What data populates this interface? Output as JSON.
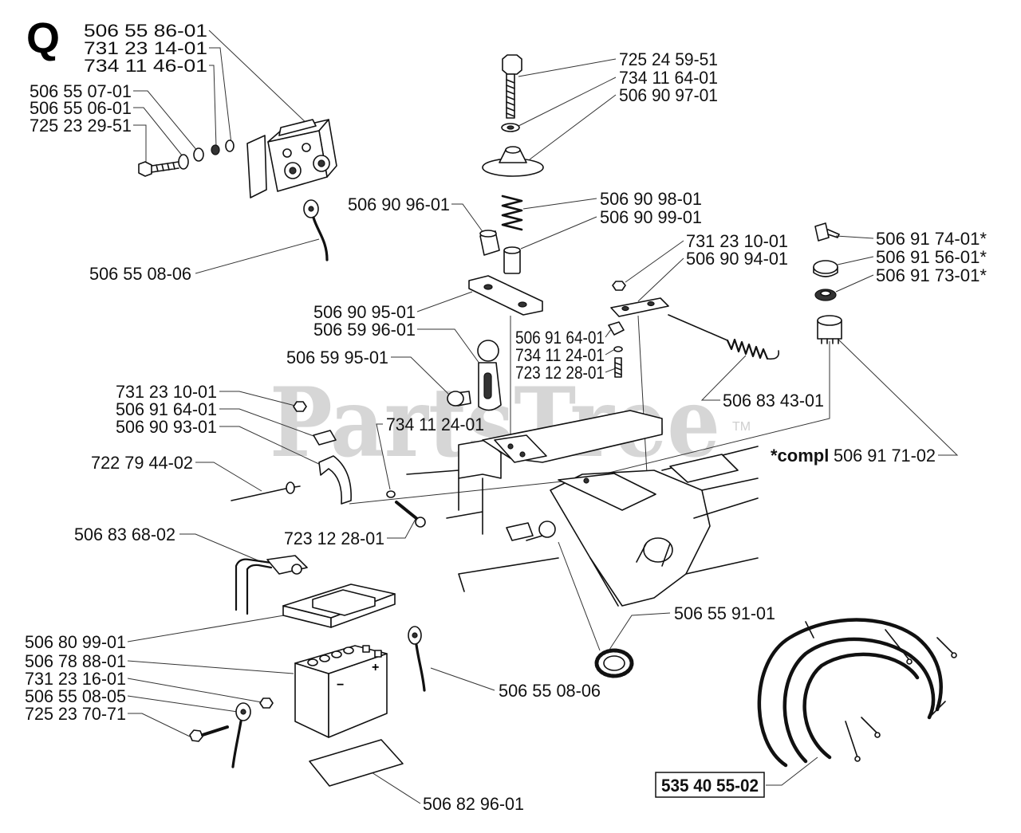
{
  "section_letter": "Q",
  "watermark": {
    "text": "PartsTree",
    "trademark": "TM"
  },
  "part_numbers": [
    "506 55 86-01",
    "731 23 14-01",
    "734 11 46-01",
    "506 55 07-01",
    "506 55 06-01",
    "725 23 29-51",
    "506 55 08-06",
    "725 24 59-51",
    "734 11 64-01",
    "506 90 97-01",
    "506 90 96-01",
    "506 90 98-01",
    "506 90 99-01",
    "731 23 10-01",
    "506 90 94-01",
    "506 91 74-01*",
    "506 91 56-01*",
    "506 91 73-01*",
    "506 90 95-01",
    "506 59 96-01",
    "506 91 64-01",
    "734 11 24-01",
    "723 12 28-01",
    "506 59 95-01",
    "506 83 43-01",
    "731 23 10-01",
    "506 91 64-01",
    "506 90 93-01",
    "734 11 24-01",
    "722 79 44-02",
    "723 12 28-01",
    "506 83 68-02",
    "506 55 91-01",
    "506 80 99-01",
    "506 78 88-01",
    "731 23 16-01",
    "506 55 08-05",
    "725 23 70-71",
    "506 55 08-06",
    "506 82 96-01"
  ],
  "kit": {
    "prefix": "*compl",
    "number": "506 91 71-02"
  },
  "harness": "535 40 55-02",
  "battery_marks": {
    "positive": "+",
    "negative": "−"
  }
}
